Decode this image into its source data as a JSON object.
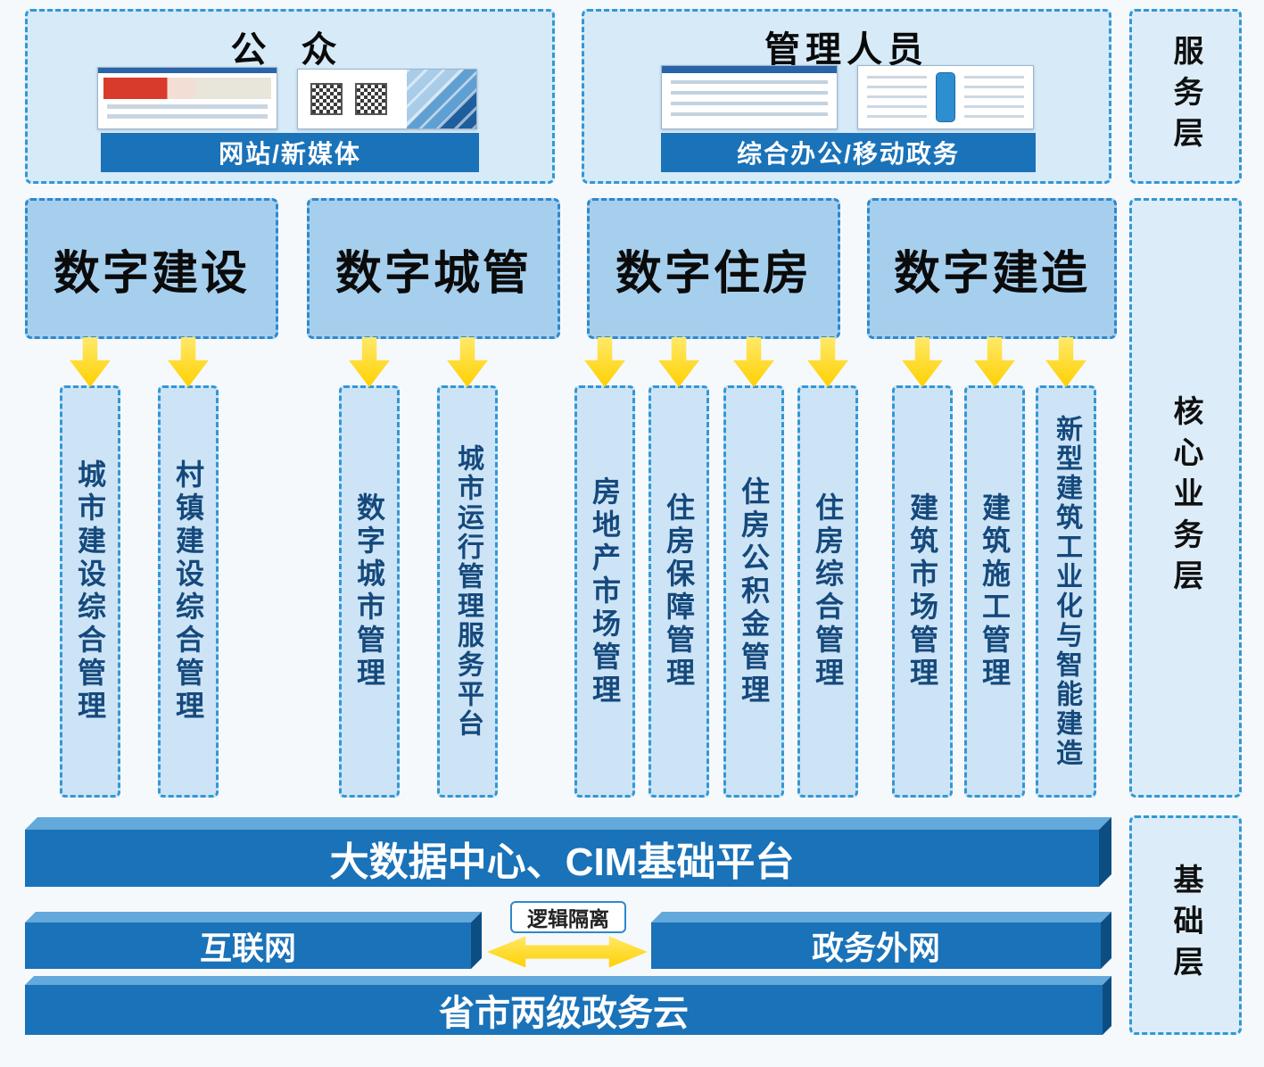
{
  "colors": {
    "primary_blue": "#1a72b8",
    "panel_fill": "#d7eaf8",
    "group_fill": "#a6cfee",
    "column_fill": "#cde4f6",
    "dashed_border": "#3397d4",
    "arrow_yellow": "#ffd400",
    "column_text": "#15497c"
  },
  "layers": {
    "service": "服务层",
    "core": "核心业务层",
    "foundation": "基础层"
  },
  "service": {
    "public": {
      "title": "公 众",
      "bar_label": "网站/新媒体"
    },
    "admin": {
      "title": "管理人员",
      "bar_label": "综合办公/移动政务"
    }
  },
  "core": {
    "groups": [
      {
        "title": "数字建设",
        "items": [
          "城市建设综合管理",
          "村镇建设综合管理"
        ]
      },
      {
        "title": "数字城管",
        "items": [
          "数字城市管理",
          "城市运行管理服务平台"
        ]
      },
      {
        "title": "数字住房",
        "items": [
          "房地产市场管理",
          "住房保障管理",
          "住房公积金管理",
          "住房综合管理"
        ]
      },
      {
        "title": "数字建造",
        "items": [
          "建筑市场管理",
          "建筑施工管理",
          "新型建筑工业化与智能建造"
        ]
      }
    ]
  },
  "foundation": {
    "platform_bar": "大数据中心、CIM基础平台",
    "internet_bar": "互联网",
    "gov_extranet_bar": "政务外网",
    "isolation_label": "逻辑隔离",
    "cloud_bar": "省市两级政务云"
  }
}
